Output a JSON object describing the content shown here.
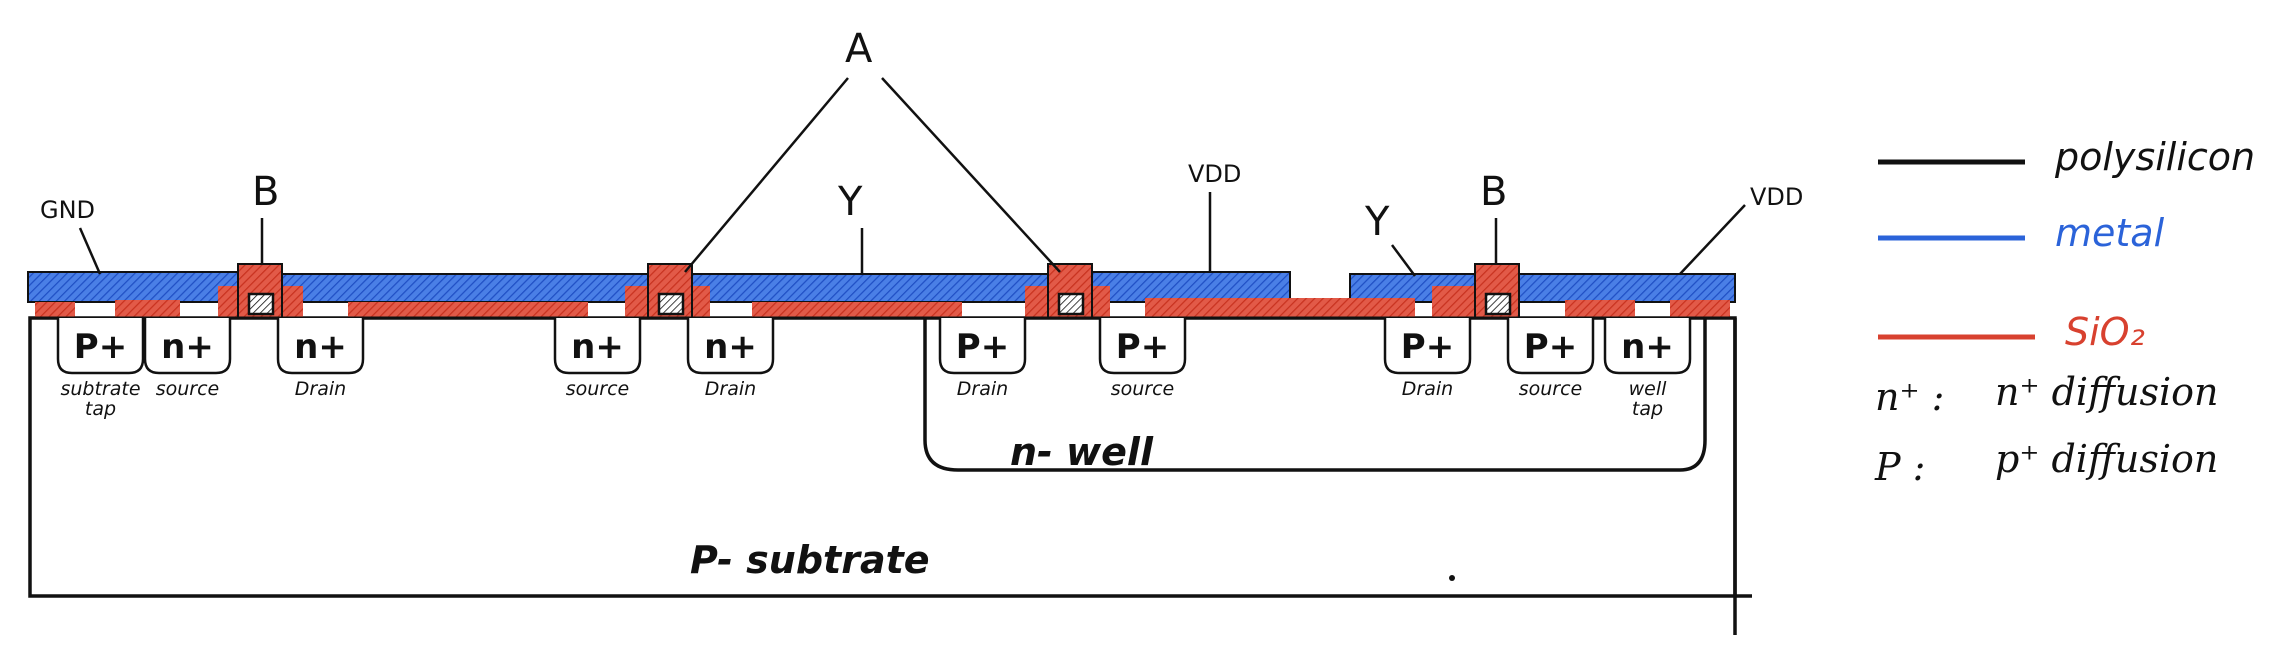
{
  "colors": {
    "polysilicon": "#111111",
    "metal": "#2b63d9",
    "oxide": "#d8412f",
    "ink": "#111111"
  },
  "labels": {
    "A": "A",
    "B": "B",
    "Y": "Y",
    "GND": "GND",
    "VDD": "VDD",
    "p_substrate": "P- subtrate",
    "n_well": "n- well"
  },
  "diffusions": [
    {
      "type": "P+",
      "caption": "subtrate",
      "caption2": "tap"
    },
    {
      "type": "n+",
      "caption": "source",
      "caption2": ""
    },
    {
      "type": "n+",
      "caption": "Drain",
      "caption2": ""
    },
    {
      "type": "n+",
      "caption": "source",
      "caption2": ""
    },
    {
      "type": "n+",
      "caption": "Drain",
      "caption2": ""
    },
    {
      "type": "P+",
      "caption": "Drain",
      "caption2": ""
    },
    {
      "type": "P+",
      "caption": "source",
      "caption2": ""
    },
    {
      "type": "P+",
      "caption": "Drain",
      "caption2": ""
    },
    {
      "type": "P+",
      "caption": "source",
      "caption2": ""
    },
    {
      "type": "n+",
      "caption": "well",
      "caption2": "tap"
    }
  ],
  "legend": [
    {
      "name": "polysilicon",
      "label": "polysilicon",
      "color": "#111111"
    },
    {
      "name": "metal",
      "label": "metal",
      "color": "#2b63d9"
    },
    {
      "name": "oxide",
      "label": "SiO₂",
      "color": "#d8412f"
    },
    {
      "name": "ndiff",
      "key": "n⁺ :",
      "label": "n⁺ diffusion"
    },
    {
      "name": "pdiff",
      "key": "P :",
      "label": "p⁺ diffusion"
    }
  ]
}
